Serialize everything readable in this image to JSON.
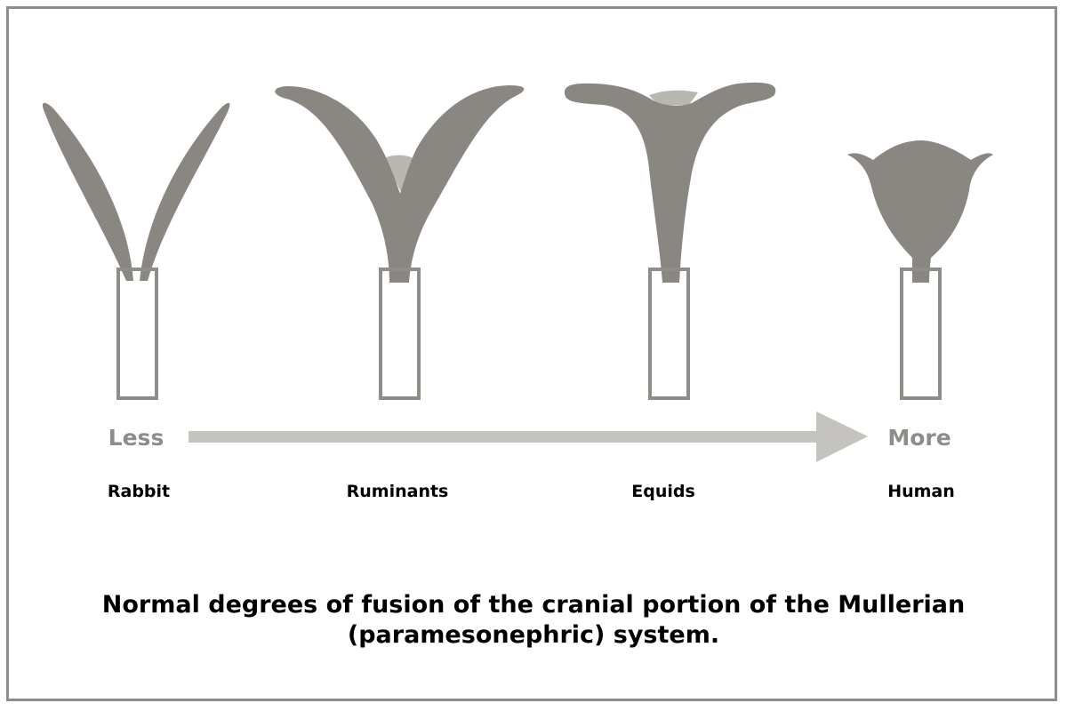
{
  "colors": {
    "organ_fill": "#8a8782",
    "organ_light": "#b9b7b2",
    "vagina_stroke": "#8e8d87",
    "arrow_fill": "#c4c3bf",
    "scale_text": "#8e8d8a",
    "label_text": "#000000",
    "border": "#8e8d87"
  },
  "scale": {
    "low_label": "Less",
    "high_label": "More"
  },
  "species": [
    {
      "label": "Rabbit"
    },
    {
      "label": "Ruminants"
    },
    {
      "label": "Equids"
    },
    {
      "label": "Human"
    }
  ],
  "caption": {
    "line1": "Normal degrees of fusion of the cranial portion of the Mullerian",
    "line2": "(paramesonephric) system."
  }
}
